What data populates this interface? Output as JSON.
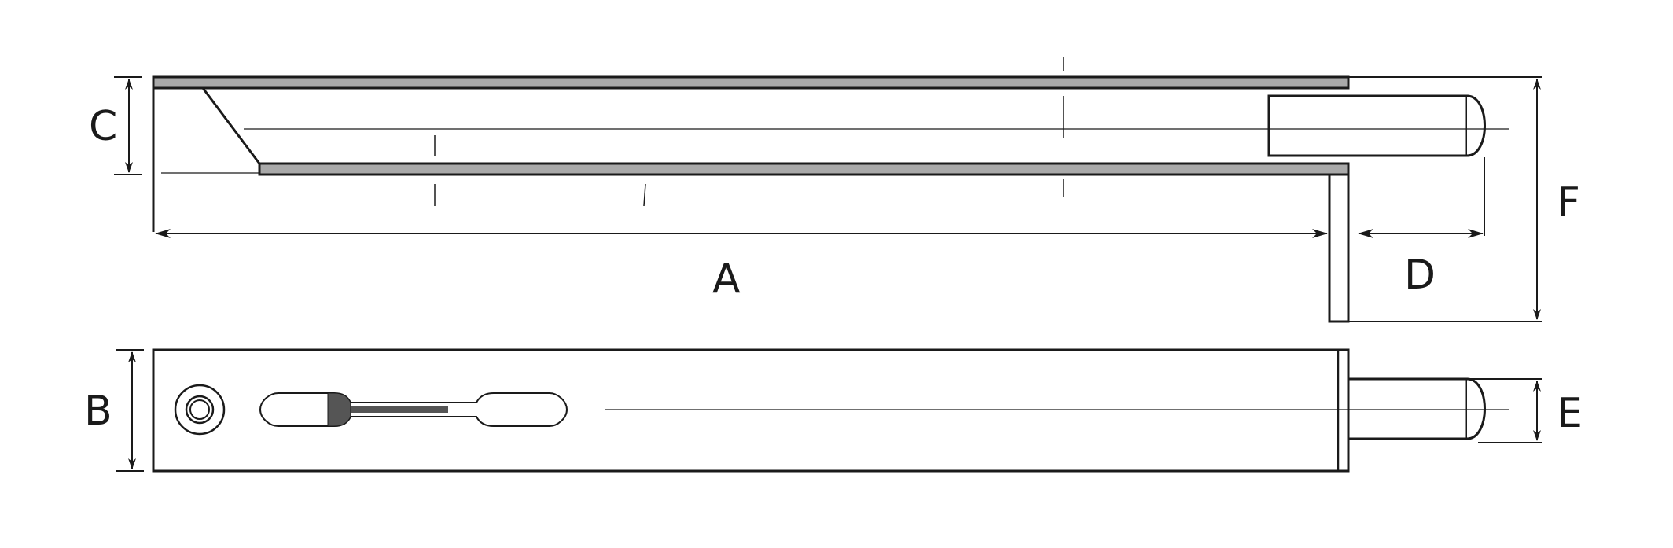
{
  "labels": {
    "A": "A",
    "B": "B",
    "C": "C",
    "D": "D",
    "E": "E",
    "F": "F"
  },
  "colors": {
    "stroke": "#1a1a1a",
    "plate_fill": "#a9a9a9",
    "slot_fill": "#555555",
    "background": "#ffffff"
  }
}
